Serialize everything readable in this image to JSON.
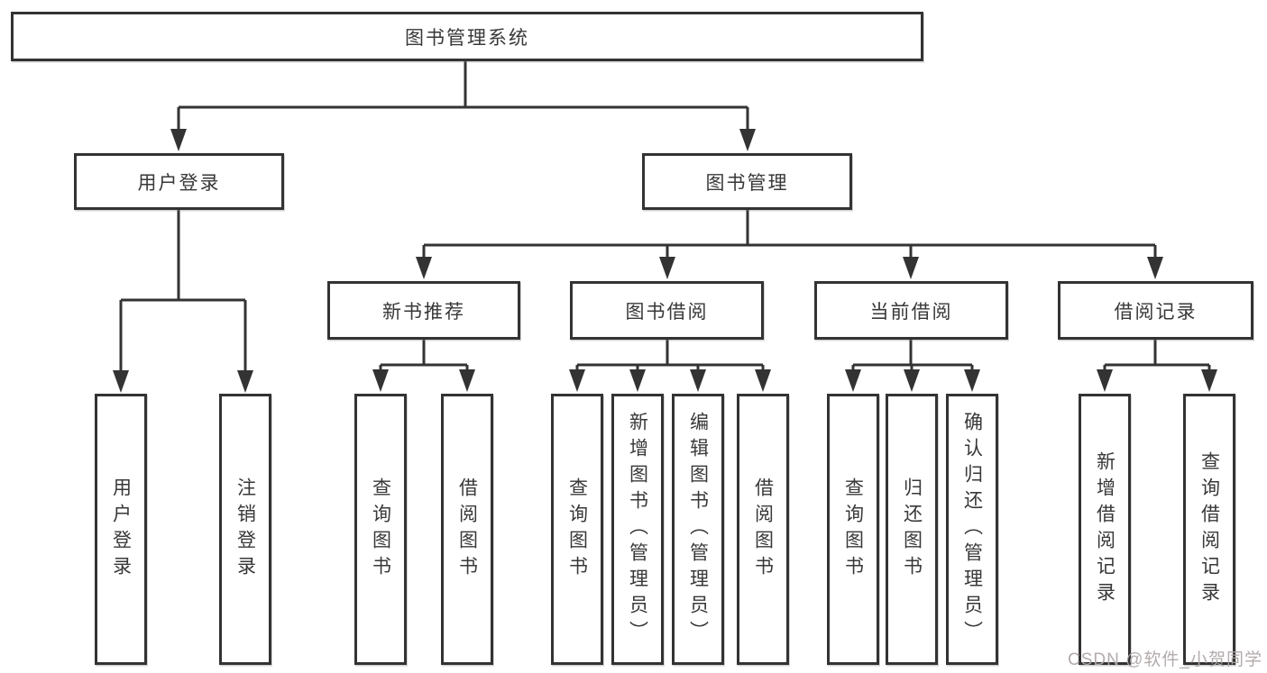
{
  "tree": {
    "label": "图书管理系统",
    "children": [
      {
        "label": "用户登录",
        "children": [
          {
            "label": "用户登录"
          },
          {
            "label": "注销登录"
          }
        ]
      },
      {
        "label": "图书管理",
        "children": [
          {
            "label": "新书推荐",
            "children": [
              {
                "label": "查询图书"
              },
              {
                "label": "借阅图书"
              }
            ]
          },
          {
            "label": "图书借阅",
            "children": [
              {
                "label": "查询图书"
              },
              {
                "label": "新增图书（管理员）"
              },
              {
                "label": "编辑图书（管理员）"
              },
              {
                "label": "借阅图书"
              }
            ]
          },
          {
            "label": "当前借阅",
            "children": [
              {
                "label": "查询图书"
              },
              {
                "label": "归还图书"
              },
              {
                "label": "确认归还（管理员）"
              }
            ]
          },
          {
            "label": "借阅记录",
            "children": [
              {
                "label": "新增借阅记录"
              },
              {
                "label": "查询借阅记录"
              }
            ]
          }
        ]
      }
    ]
  },
  "watermark": {
    "text": "CSDN @软件_小贺同学"
  },
  "colors": {
    "line": "#333333",
    "text": "#383838",
    "background": "#ffffff",
    "watermark": "#afa6a6"
  }
}
